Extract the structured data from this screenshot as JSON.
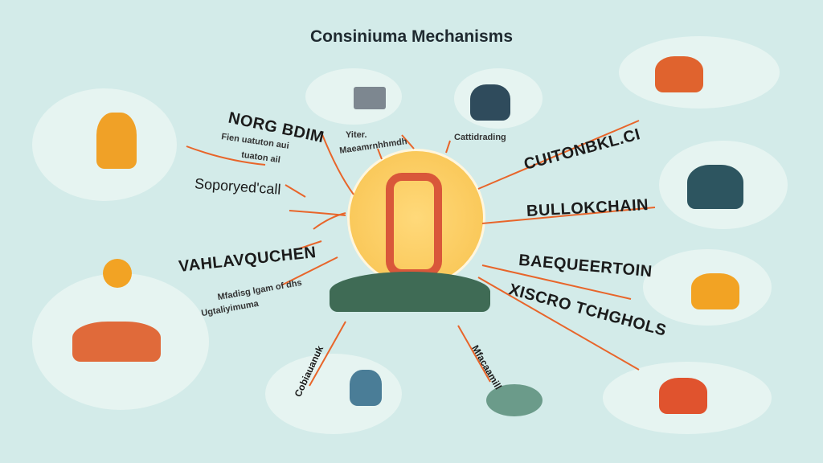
{
  "title": "Consiniuma Mechanisms",
  "labels": {
    "norg": "NORG BDIM",
    "norg_sub1": "Fien uatuton aui",
    "norg_sub2": "tuaton ail",
    "soporyed": "Soporyed'call",
    "vahla": "VAHLAVQUCHEN",
    "vahla_sub1": "Mfadisg lgam of dhs",
    "vahla_sub2": "Ugtaliyimuma",
    "yiter": "Yiter.",
    "yiter_sub": "Maeamrnhhmdh",
    "cattid": "Cattidrading",
    "cuiton": "CUITONBKL.CI",
    "bullok": "BULLOKCHAIN",
    "baeq": "BAEQUEERTOIN",
    "xiscro": "XISCRO TCHGHOLS",
    "cobia": "Cobiauanuk",
    "mfaca": "Mfacaamill"
  },
  "colors": {
    "arrow": "#e8652a",
    "sun": "#f8c24e",
    "symbol": "#d9573a",
    "background": "#d3ebe9"
  }
}
